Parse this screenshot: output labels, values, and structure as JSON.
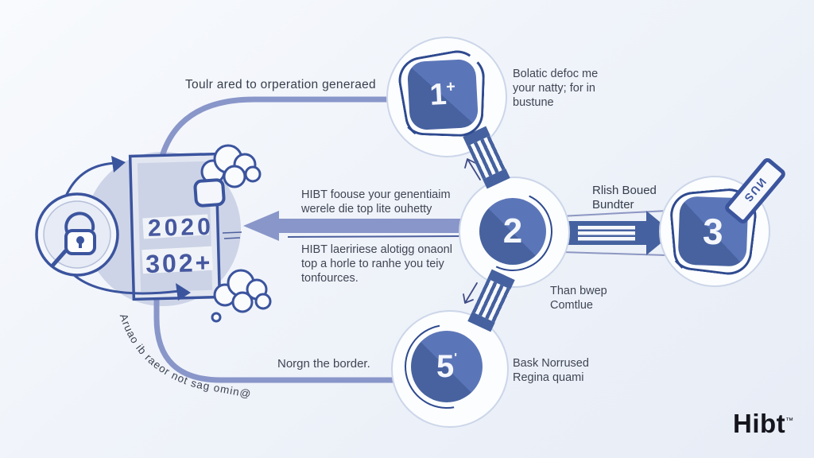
{
  "colors": {
    "background_start": "#f8fafd",
    "background_end": "#e7ecf6",
    "path": "#8996c9",
    "shape_dark": "#47629f",
    "shape_light": "#5b76b8",
    "outline": "#3b549e",
    "ring_border": "#ccd6e9",
    "text": "#3f4554",
    "logo": "#15151d"
  },
  "top_label": "Toulr ared to orperation generaed",
  "steps": {
    "one": {
      "number": "1",
      "suffix": "+"
    },
    "two": {
      "number": "2"
    },
    "three": {
      "number": "3",
      "ribbon": "ИUS"
    },
    "five": {
      "number": "5",
      "suffix": "ʹ"
    }
  },
  "notes": {
    "step1": {
      "line1": "Bolatic defoc me",
      "line2": "your natty; for in",
      "line3": "bustune"
    },
    "middle_a": {
      "line1": "HIBT foouse your genentiaim",
      "line2": "werele die top lite ouhetty"
    },
    "middle_b": {
      "line1": "HIBT laeririese alotigg onaonl",
      "line2": "top a horle to ranhe you teiy",
      "line3": "tonfources."
    },
    "flow23": {
      "line1": "Rlish Boued",
      "line2": "Bundter"
    },
    "flow25": {
      "line1": "Than bwep",
      "line2": "Comtlue"
    },
    "step5": {
      "line1": "Bask Norrused",
      "line2": "Regina quami"
    },
    "bottom": "Norgn the border.",
    "curved": "Aruao ib raeor not sag omin@"
  },
  "document": {
    "line1": "2020",
    "line2": "302+"
  },
  "logo": {
    "text": "Hibt",
    "tm": "™"
  }
}
